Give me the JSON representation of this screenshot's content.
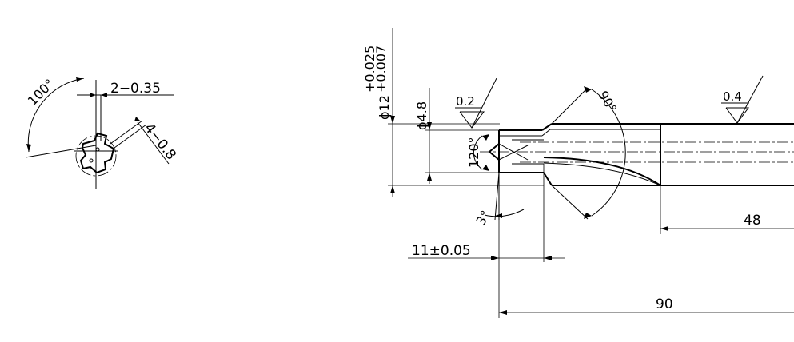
{
  "end_view": {
    "angle_label": "100°",
    "flute_dim_label": "2−0.35",
    "land_dim_label": "4−0.8"
  },
  "side_view": {
    "shank_dia_label": "ϕ12+0.025/+0.007",
    "shank_dia_main": "ϕ12",
    "shank_tol_upper": "+0.025",
    "shank_tol_lower": "+0.007",
    "pilot_dia_label": "ϕ4.8",
    "tip_angle_label": "120°",
    "chamfer_angle_label": "90°",
    "relief_angle_label": "3°",
    "roughness_tip": "0.2",
    "roughness_shank": "0.4",
    "step_length_label": "11±0.05",
    "shank_length_label": "48",
    "total_length_label": "90"
  }
}
